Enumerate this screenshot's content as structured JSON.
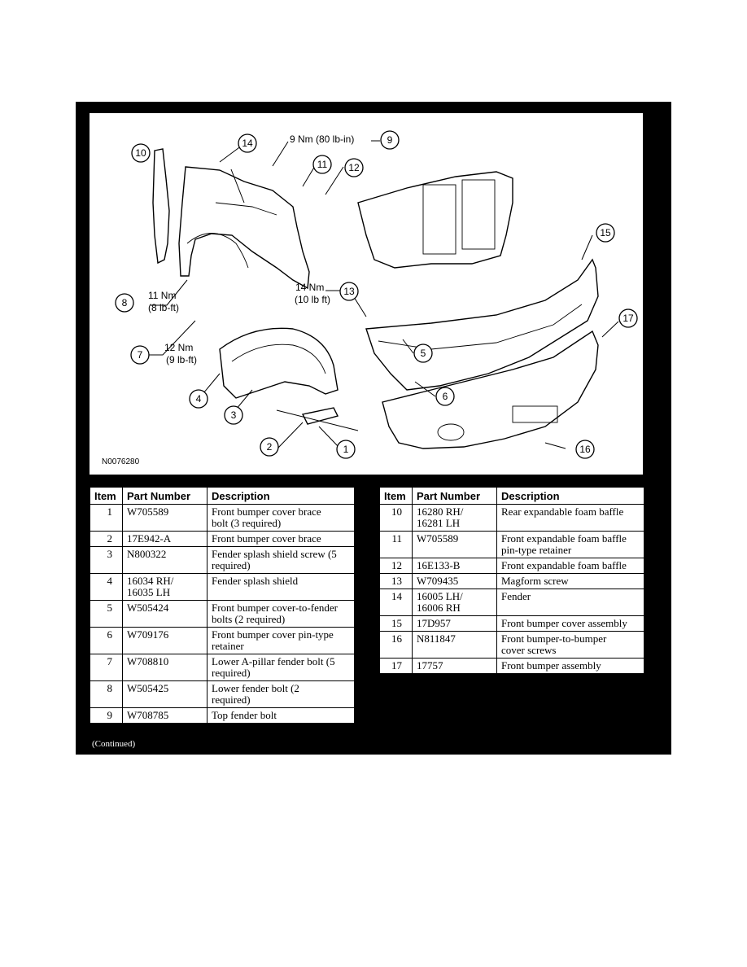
{
  "figure": {
    "id_label": "N0076280",
    "callouts": [
      {
        "n": "1"
      },
      {
        "n": "2"
      },
      {
        "n": "3"
      },
      {
        "n": "4"
      },
      {
        "n": "5"
      },
      {
        "n": "6"
      },
      {
        "n": "7"
      },
      {
        "n": "8"
      },
      {
        "n": "9"
      },
      {
        "n": "10"
      },
      {
        "n": "11"
      },
      {
        "n": "12"
      },
      {
        "n": "13"
      },
      {
        "n": "14"
      },
      {
        "n": "15"
      },
      {
        "n": "16"
      },
      {
        "n": "17"
      }
    ],
    "torque_labels": {
      "t9": "9 Nm (80 lb-in)",
      "t8_a": "11 Nm",
      "t8_b": "(8 lb-ft)",
      "t7_a": "12 Nm",
      "t7_b": "(9 lb-ft)",
      "t13_a": "14 Nm",
      "t13_b": "(10 lb ft)"
    }
  },
  "table": {
    "headers": {
      "item": "Item",
      "part_number": "Part Number",
      "description": "Description"
    },
    "left_rows": [
      {
        "item": "1",
        "part": "W705589",
        "desc": "Front bumper cover brace\nbolt (3 required)"
      },
      {
        "item": "2",
        "part": "17E942-A",
        "desc": "Front bumper cover brace"
      },
      {
        "item": "3",
        "part": "N800322",
        "desc": "Fender splash shield screw (5\nrequired)"
      },
      {
        "item": "4",
        "part": "16034 RH/\n16035 LH",
        "desc": "Fender splash shield"
      },
      {
        "item": "5",
        "part": "W505424",
        "desc": "Front bumper cover-to-fender\nbolts (2 required)"
      },
      {
        "item": "6",
        "part": "W709176",
        "desc": "Front bumper cover pin-type\nretainer"
      },
      {
        "item": "7",
        "part": "W708810",
        "desc": "Lower A-pillar fender bolt (5\nrequired)"
      },
      {
        "item": "8",
        "part": "W505425",
        "desc": "Lower fender bolt (2\nrequired)"
      },
      {
        "item": "9",
        "part": "W708785",
        "desc": "Top fender bolt"
      }
    ],
    "right_rows": [
      {
        "item": "10",
        "part": "16280 RH/\n16281 LH",
        "desc": "Rear expandable foam baffle"
      },
      {
        "item": "11",
        "part": "W705589",
        "desc": "Front expandable foam baffle\npin-type retainer"
      },
      {
        "item": "12",
        "part": "16E133-B",
        "desc": "Front expandable foam baffle"
      },
      {
        "item": "13",
        "part": "W709435",
        "desc": "Magform screw"
      },
      {
        "item": "14",
        "part": "16005 LH/\n16006 RH",
        "desc": "Fender"
      },
      {
        "item": "15",
        "part": "17D957",
        "desc": "Front bumper cover assembly"
      },
      {
        "item": "16",
        "part": "N811847",
        "desc": "Front bumper-to-bumper\ncover screws"
      },
      {
        "item": "17",
        "part": "17757",
        "desc": "Front bumper assembly"
      }
    ],
    "continued": "(Continued)"
  }
}
